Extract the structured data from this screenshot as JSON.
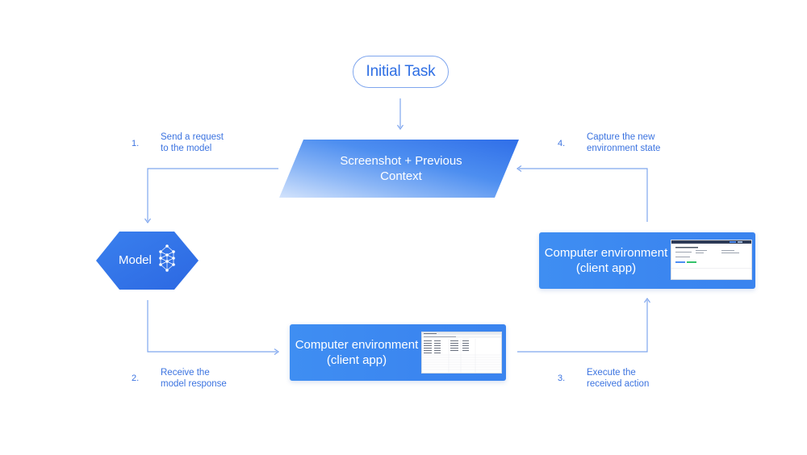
{
  "initial_task": {
    "label": "Initial Task"
  },
  "context_box": {
    "line1": "Screenshot + Previous",
    "line2": "Context"
  },
  "model": {
    "label": "Model"
  },
  "environment_right": {
    "line1": "Computer environment",
    "line2": "(client app)"
  },
  "environment_bottom": {
    "line1": "Computer environment",
    "line2": "(client app)"
  },
  "steps": [
    {
      "number": "1.",
      "line1": "Send a request",
      "line2": "to the model"
    },
    {
      "number": "2.",
      "line1": "Receive the",
      "line2": "model response"
    },
    {
      "number": "3.",
      "line1": "Execute the",
      "line2": "received action"
    },
    {
      "number": "4.",
      "line1": "Capture the new",
      "line2": "environment state"
    }
  ],
  "colors": {
    "accent": "#2f6fe4",
    "line": "#7fa6ee",
    "box_blue": "#3b86f0",
    "gradient_light": "#c9ddfb",
    "gradient_dark": "#2f6ee8"
  },
  "icons": {
    "model_icon": "neural-network-icon",
    "arrow": "arrowhead-icon"
  }
}
